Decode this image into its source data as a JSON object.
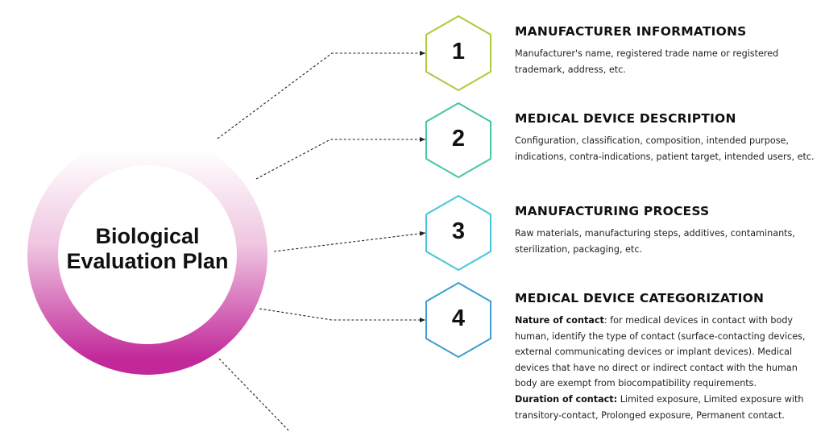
{
  "center": {
    "line1": "Biological",
    "line2": "Evaluation Plan"
  },
  "colors": {
    "ring_top": "#ffffff",
    "ring_bottom": "#c2289a",
    "hex": [
      "#a9cc3c",
      "#46c4a8",
      "#45c6d8",
      "#3d9fcf"
    ],
    "connector": "#222222"
  },
  "steps": [
    {
      "number": "1",
      "title": "MANUFACTURER INFORMATIONS",
      "description": "Manufacturer's name, registered trade name or registered trademark, address, etc."
    },
    {
      "number": "2",
      "title": "MEDICAL DEVICE DESCRIPTION",
      "description": "Configuration, classification, composition, intended purpose, indications, contra-indications, patient target, intended users, etc."
    },
    {
      "number": "3",
      "title": "MANUFACTURING PROCESS",
      "description": "Raw materials, manufacturing steps, additives, contaminants, sterilization, packaging, etc."
    },
    {
      "number": "4",
      "title": "MEDICAL DEVICE CATEGORIZATION",
      "nature_label": "Nature of contact",
      "nature_text": ": for medical devices in contact with body human, identify the type of contact (surface-contacting devices, external communicating devices or implant devices). Medical devices that have no direct or indirect contact with the human body are exempt from biocompatibility requirements.",
      "duration_label": "Duration of contact:",
      "duration_text": " Limited exposure, Limited exposure with transitory-contact, Prolonged exposure, Permanent contact."
    }
  ]
}
